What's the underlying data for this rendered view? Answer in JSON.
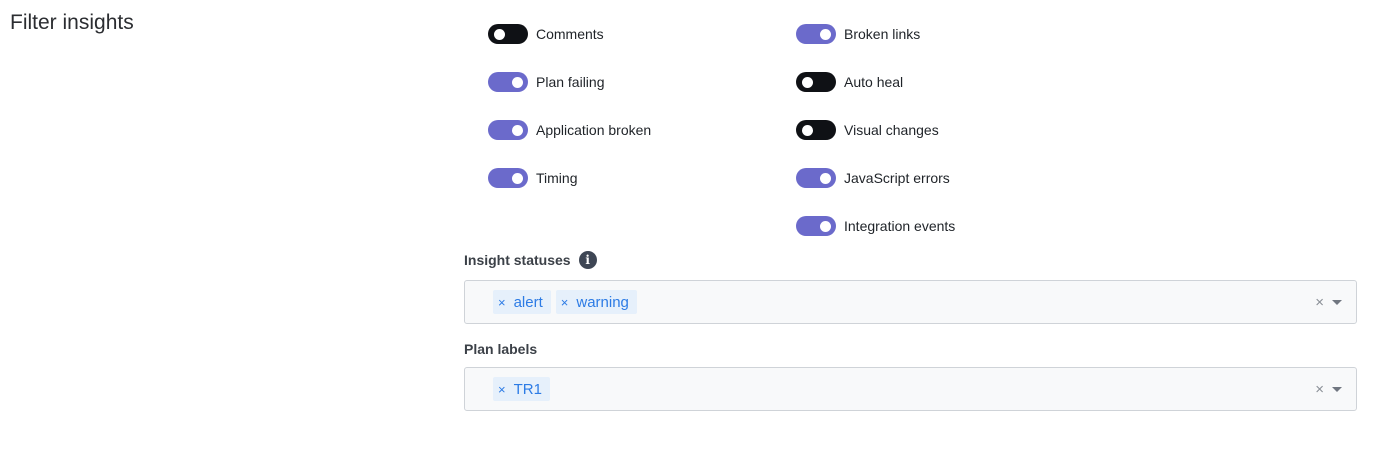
{
  "title": "Filter insights",
  "toggles_left": [
    {
      "label": "Comments",
      "on": false
    },
    {
      "label": "Plan failing",
      "on": true
    },
    {
      "label": "Application broken",
      "on": true
    },
    {
      "label": "Timing",
      "on": true
    }
  ],
  "toggles_right": [
    {
      "label": "Broken links",
      "on": true
    },
    {
      "label": "Auto heal",
      "on": false
    },
    {
      "label": "Visual changes",
      "on": false
    },
    {
      "label": "JavaScript errors",
      "on": true
    },
    {
      "label": "Integration events",
      "on": true
    }
  ],
  "insight_statuses": {
    "label": "Insight statuses",
    "info_icon": "i",
    "tags": [
      "alert",
      "warning"
    ]
  },
  "plan_labels": {
    "label": "Plan labels",
    "tags": [
      "TR1"
    ]
  },
  "icons": {
    "remove": "×",
    "clear": "×"
  },
  "colors": {
    "toggle_on": "#6b6acb",
    "toggle_off": "#0f1115",
    "tag_text": "#2c7be5",
    "tag_bg": "#e6f0fb"
  }
}
